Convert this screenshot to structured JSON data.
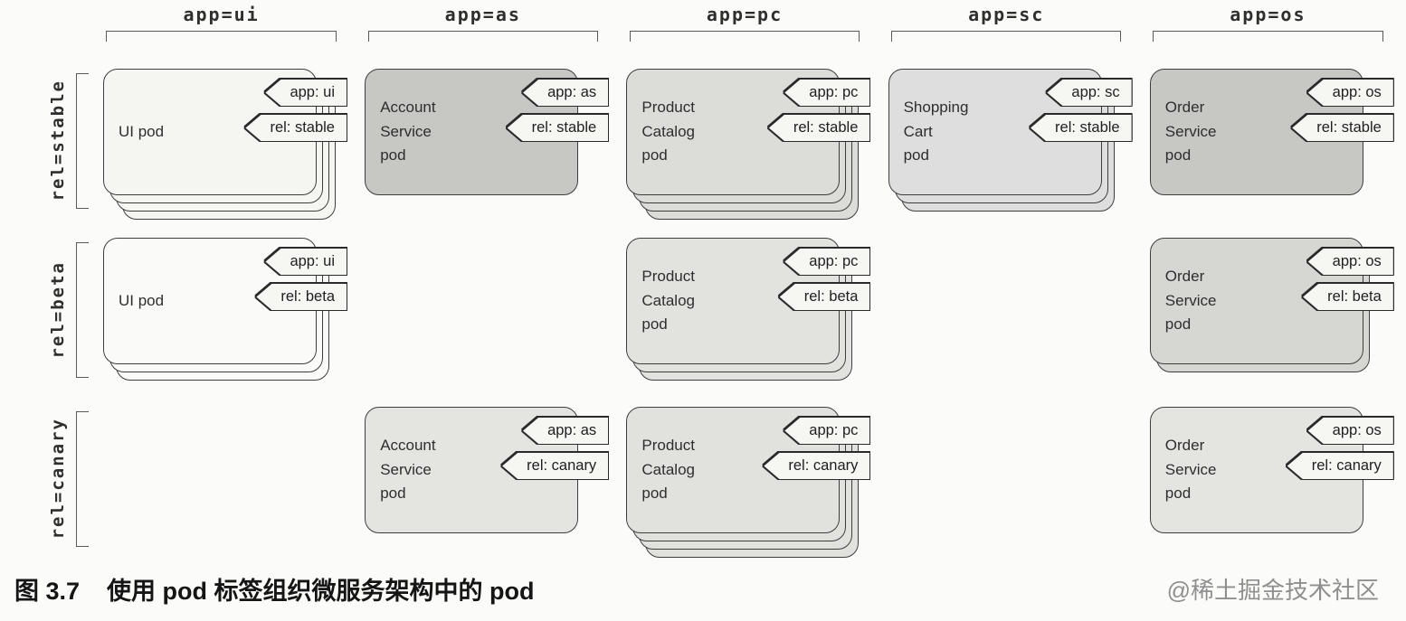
{
  "columns": [
    {
      "label": "app=ui"
    },
    {
      "label": "app=as"
    },
    {
      "label": "app=pc"
    },
    {
      "label": "app=sc"
    },
    {
      "label": "app=os"
    }
  ],
  "rows": [
    {
      "label": "rel=stable"
    },
    {
      "label": "rel=beta"
    },
    {
      "label": "rel=canary"
    }
  ],
  "pods": [
    {
      "name": "UI pod",
      "app_tag": "app: ui",
      "rel_tag": "rel: stable",
      "fill": "#f5f5f2",
      "stack": 4
    },
    {
      "name": "Account\nService\npod",
      "app_tag": "app: as",
      "rel_tag": "rel: stable",
      "fill": "#c7c7c4",
      "stack": 1
    },
    {
      "name": "Product\nCatalog\npod",
      "app_tag": "app: pc",
      "rel_tag": "rel: stable",
      "fill": "#dcdcd9",
      "stack": 4
    },
    {
      "name": "Shopping\nCart\npod",
      "app_tag": "app: sc",
      "rel_tag": "rel: stable",
      "fill": "#dedede",
      "stack": 3
    },
    {
      "name": "Order\nService\npod",
      "app_tag": "app: os",
      "rel_tag": "rel: stable",
      "fill": "#c7c7c4",
      "stack": 1
    },
    {
      "name": "UI pod",
      "app_tag": "app: ui",
      "rel_tag": "rel: beta",
      "fill": "#fafaf8",
      "stack": 3
    },
    {
      "name": "Product\nCatalog\npod",
      "app_tag": "app: pc",
      "rel_tag": "rel: beta",
      "fill": "#e2e2df",
      "stack": 3
    },
    {
      "name": "Order\nService\npod",
      "app_tag": "app: os",
      "rel_tag": "rel: beta",
      "fill": "#d6d6d3",
      "stack": 2
    },
    {
      "name": "Account\nService\npod",
      "app_tag": "app: as",
      "rel_tag": "rel: canary",
      "fill": "#e4e4e1",
      "stack": 1
    },
    {
      "name": "Product\nCatalog\npod",
      "app_tag": "app: pc",
      "rel_tag": "rel: canary",
      "fill": "#e1e1de",
      "stack": 4
    },
    {
      "name": "Order\nService\npod",
      "app_tag": "app: os",
      "rel_tag": "rel: canary",
      "fill": "#e4e4e1",
      "stack": 1
    }
  ],
  "caption": {
    "figure": "图 3.7",
    "title": "使用 pod 标签组织微服务架构中的 pod"
  },
  "watermark": {
    "text": "@稀土掘金技术社区"
  },
  "colors": {
    "card_border": "#3d3d3d",
    "tag_fill": "#f6f6f3",
    "background": "#fbfbf9"
  }
}
